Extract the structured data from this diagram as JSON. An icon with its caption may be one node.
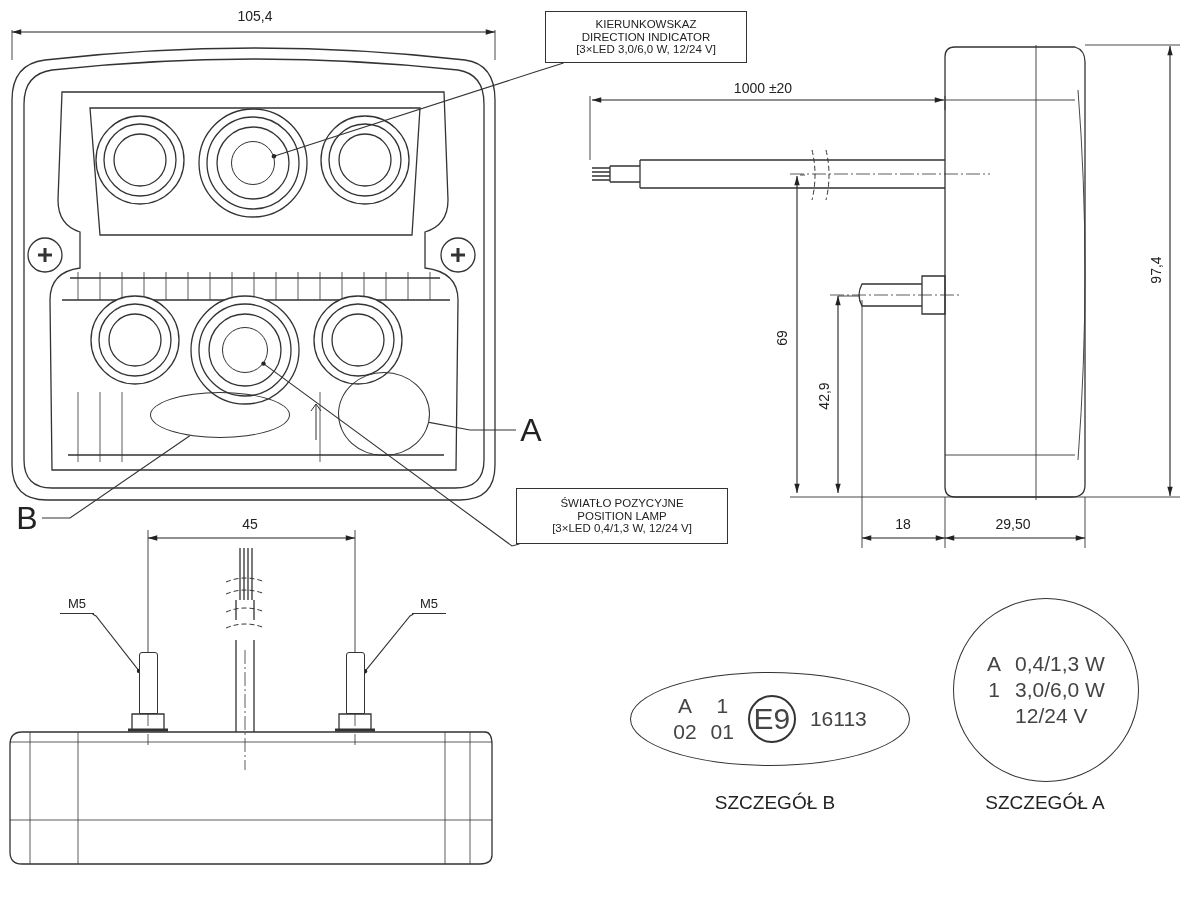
{
  "diagram": {
    "nodes": [
      {
        "text": [
          "KIERUNKOWSKAZ",
          "DIRECTION INDICATOR",
          "[3×LED 3,0/6,0 W, 12/24 V]"
        ]
      },
      {
        "text": [],
        "shape": "circle"
      },
      {
        "text": [
          "ŚWIATŁO POZYCYJNE",
          "POSITION LAMP",
          "[3×LED 0,4/1,3 W, 12/24 V]"
        ]
      },
      {
        "text": [],
        "shape": "circle"
      },
      {
        "text": [
          "A"
        ]
      },
      {
        "text": [],
        "shape": "circle"
      },
      {
        "text": [
          "B"
        ]
      },
      {
        "text": [],
        "shape": "ellipse"
      },
      {
        "text": [
          "M5"
        ]
      },
      {
        "text": [],
        "shape": "bar"
      },
      {
        "text": [
          "M5"
        ]
      },
      {
        "text": [],
        "shape": "bar"
      },
      {
        "text": [
          "A",
          "02",
          "1",
          "01",
          "E9",
          "16113"
        ],
        "beside": [
          "SZCZEGÓŁ B"
        ]
      },
      {
        "text": [
          "A",
          "0,4/1,3 W",
          "1",
          "3,0/6,0 W",
          "12/24 V"
        ],
        "beside": [
          "SZCZEGÓŁ A"
        ]
      }
    ],
    "edges": [
      {
        "from": 0,
        "to": 1,
        "arrow": "other"
      },
      {
        "from": 2,
        "to": 3,
        "arrow": "other"
      },
      {
        "from": 4,
        "to": 5,
        "arrow": "none"
      },
      {
        "from": 6,
        "to": 7,
        "arrow": "none"
      },
      {
        "from": 8,
        "to": 9,
        "arrow": "other"
      },
      {
        "from": 10,
        "to": 11,
        "arrow": "other"
      }
    ],
    "labels": [
      "105,4",
      "1000 ±20",
      "97,4",
      "69",
      "42,9",
      "45",
      "18",
      "29,50"
    ]
  }
}
